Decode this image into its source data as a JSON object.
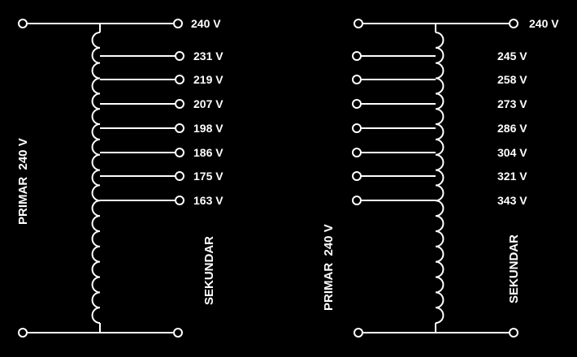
{
  "colors": {
    "background": "#000000",
    "line": "#ffffff",
    "text": "#ffffff"
  },
  "left_transformer": {
    "primary_label": "PRIMAR  240 V",
    "secondary_label": "SEKUNDAR",
    "top_voltage": "240 V",
    "taps": [
      "231 V",
      "219 V",
      "207 V",
      "198 V",
      "186 V",
      "175 V",
      "163 V"
    ]
  },
  "right_transformer": {
    "primary_label": "PRIMAR  240 V",
    "secondary_label": "SEKUNDAR",
    "top_voltage": "240 V",
    "taps": [
      "245 V",
      "258 V",
      "273 V",
      "286 V",
      "304 V",
      "321 V",
      "343 V"
    ]
  }
}
